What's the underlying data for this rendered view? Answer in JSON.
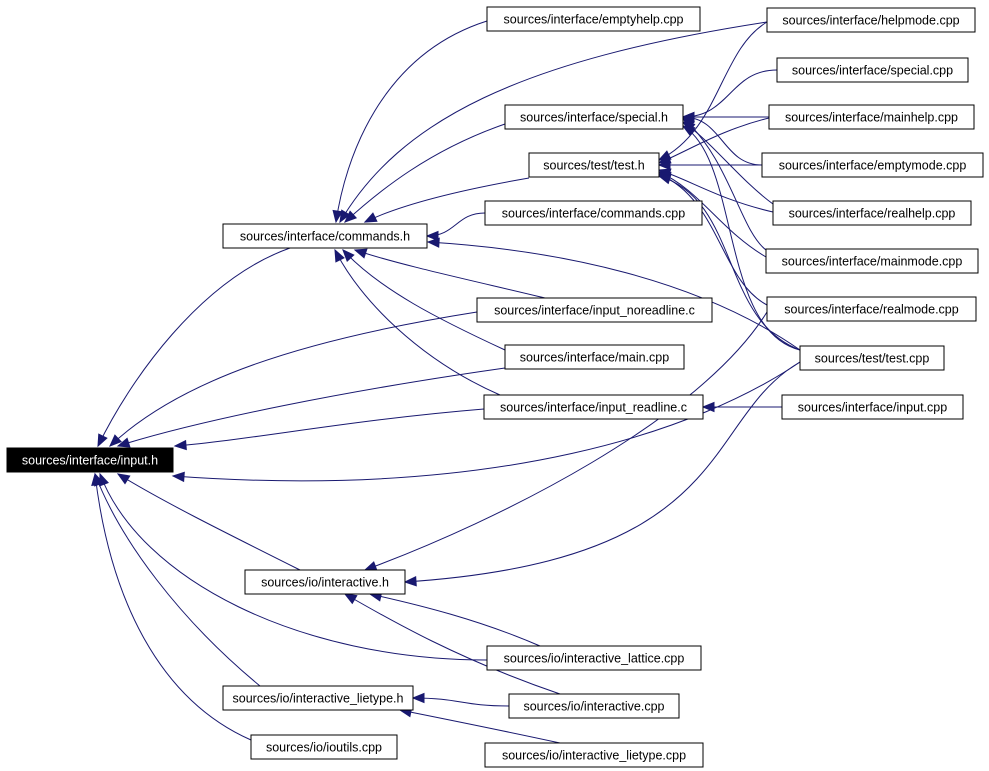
{
  "nodes": {
    "input_h": {
      "label": "sources/interface/input.h",
      "root": true
    },
    "commands_h": {
      "label": "sources/interface/commands.h"
    },
    "interactive_h": {
      "label": "sources/io/interactive.h"
    },
    "interactive_lietype_h": {
      "label": "sources/io/interactive_lietype.h"
    },
    "ioutils_cpp": {
      "label": "sources/io/ioutils.cpp"
    },
    "emptyhelp_cpp": {
      "label": "sources/interface/emptyhelp.cpp"
    },
    "special_h": {
      "label": "sources/interface/special.h"
    },
    "test_h": {
      "label": "sources/test/test.h"
    },
    "commands_cpp": {
      "label": "sources/interface/commands.cpp"
    },
    "input_noreadline_c": {
      "label": "sources/interface/input_noreadline.c"
    },
    "main_cpp": {
      "label": "sources/interface/main.cpp"
    },
    "input_readline_c": {
      "label": "sources/interface/input_readline.c"
    },
    "interactive_lattice_cpp": {
      "label": "sources/io/interactive_lattice.cpp"
    },
    "interactive_cpp": {
      "label": "sources/io/interactive.cpp"
    },
    "interactive_lietype_cpp": {
      "label": "sources/io/interactive_lietype.cpp"
    },
    "helpmode_cpp": {
      "label": "sources/interface/helpmode.cpp"
    },
    "special_cpp": {
      "label": "sources/interface/special.cpp"
    },
    "mainhelp_cpp": {
      "label": "sources/interface/mainhelp.cpp"
    },
    "emptymode_cpp": {
      "label": "sources/interface/emptymode.cpp"
    },
    "realhelp_cpp": {
      "label": "sources/interface/realhelp.cpp"
    },
    "mainmode_cpp": {
      "label": "sources/interface/mainmode.cpp"
    },
    "realmode_cpp": {
      "label": "sources/interface/realmode.cpp"
    },
    "test_cpp": {
      "label": "sources/test/test.cpp"
    },
    "input_cpp": {
      "label": "sources/interface/input.cpp"
    }
  },
  "edges": [
    [
      "commands_h",
      "input_h"
    ],
    [
      "input_noreadline_c",
      "input_h"
    ],
    [
      "main_cpp",
      "input_h"
    ],
    [
      "input_readline_c",
      "input_h"
    ],
    [
      "test_cpp",
      "input_h"
    ],
    [
      "interactive_h",
      "input_h"
    ],
    [
      "interactive_lattice_cpp",
      "input_h"
    ],
    [
      "interactive_lietype_h",
      "input_h"
    ],
    [
      "ioutils_cpp",
      "input_h"
    ],
    [
      "emptyhelp_cpp",
      "commands_h"
    ],
    [
      "helpmode_cpp",
      "commands_h"
    ],
    [
      "special_h",
      "commands_h"
    ],
    [
      "test_h",
      "commands_h"
    ],
    [
      "commands_cpp",
      "commands_h"
    ],
    [
      "realmode_cpp",
      "commands_h"
    ],
    [
      "input_noreadline_c",
      "commands_h"
    ],
    [
      "main_cpp",
      "commands_h"
    ],
    [
      "input_readline_c",
      "commands_h"
    ],
    [
      "special_cpp",
      "special_h"
    ],
    [
      "mainhelp_cpp",
      "special_h"
    ],
    [
      "emptymode_cpp",
      "special_h"
    ],
    [
      "realhelp_cpp",
      "special_h"
    ],
    [
      "mainmode_cpp",
      "special_h"
    ],
    [
      "test_cpp",
      "special_h"
    ],
    [
      "helpmode_cpp",
      "test_h"
    ],
    [
      "mainhelp_cpp",
      "test_h"
    ],
    [
      "emptymode_cpp",
      "test_h"
    ],
    [
      "realhelp_cpp",
      "test_h"
    ],
    [
      "mainmode_cpp",
      "test_h"
    ],
    [
      "realmode_cpp",
      "test_h"
    ],
    [
      "test_cpp",
      "test_h"
    ],
    [
      "input_cpp",
      "input_readline_c"
    ],
    [
      "realmode_cpp",
      "interactive_h"
    ],
    [
      "test_cpp",
      "interactive_h"
    ],
    [
      "interactive_lattice_cpp",
      "interactive_h"
    ],
    [
      "interactive_cpp",
      "interactive_h"
    ],
    [
      "interactive_lietype_cpp",
      "interactive_lietype_h"
    ],
    [
      "interactive_cpp",
      "interactive_lietype_h"
    ]
  ]
}
